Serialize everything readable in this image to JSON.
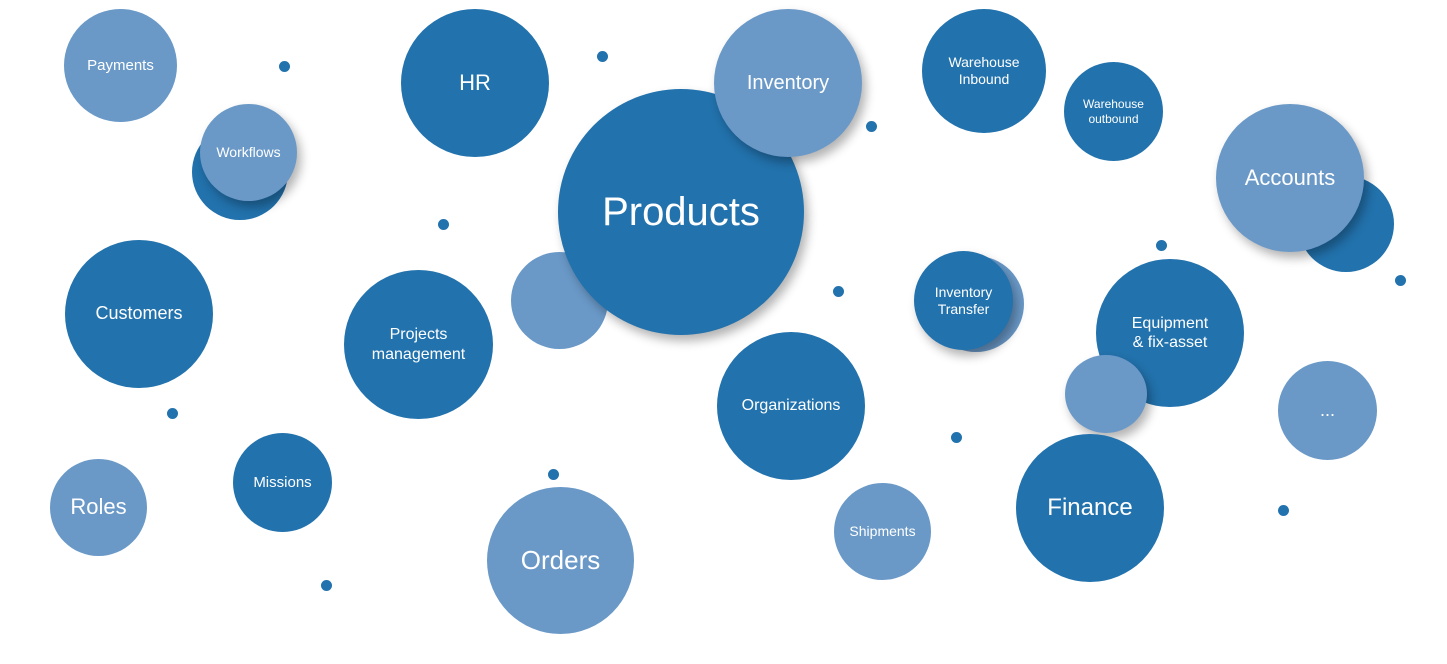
{
  "bubbles": {
    "payments": "Payments",
    "workflows": "Workflows",
    "hr": "HR",
    "inventory": "Inventory",
    "products": "Products",
    "warehouse_inbound": "Warehouse\nInbound",
    "warehouse_outbound": "Warehouse\noutbound",
    "accounts": "Accounts",
    "customers": "Customers",
    "projects_management": "Projects\nmanagement",
    "inventory_transfer": "Inventory\nTransfer",
    "equipment": "Equipment\n& fix-asset",
    "organizations": "Organizations",
    "more": "...",
    "roles": "Roles",
    "missions": "Missions",
    "orders": "Orders",
    "shipments": "Shipments",
    "finance": "Finance"
  },
  "colors": {
    "dark_blue": "#2272ad",
    "light_blue": "#6a99c8",
    "text": "#ffffff"
  }
}
